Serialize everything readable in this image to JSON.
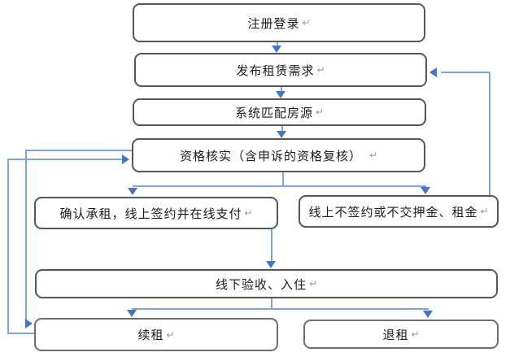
{
  "diagram": {
    "return_mark": "↵",
    "boxes": [
      {
        "id": "register",
        "label": "注册登录"
      },
      {
        "id": "publish",
        "label": "发布租赁需求"
      },
      {
        "id": "match",
        "label": "系统匹配房源"
      },
      {
        "id": "verify",
        "label": "资格核实（含申诉的资格复核）"
      },
      {
        "id": "confirm",
        "label": "确认承租，线上签约并在线支付"
      },
      {
        "id": "no_sign",
        "label": "线上不签约或不交押金、租金"
      },
      {
        "id": "checkin",
        "label": "线下验收、入住"
      },
      {
        "id": "renew",
        "label": "续租"
      },
      {
        "id": "terminate",
        "label": "退租"
      }
    ],
    "edges": [
      {
        "from": "register",
        "to": "publish"
      },
      {
        "from": "publish",
        "to": "match"
      },
      {
        "from": "match",
        "to": "verify"
      },
      {
        "from": "verify",
        "to": "confirm"
      },
      {
        "from": "verify",
        "to": "no_sign"
      },
      {
        "from": "confirm",
        "to": "checkin"
      },
      {
        "from": "checkin",
        "to": "renew"
      },
      {
        "from": "checkin",
        "to": "terminate"
      },
      {
        "from": "no_sign",
        "to": "publish"
      },
      {
        "from": "renew",
        "to": "verify"
      },
      {
        "from": "verify",
        "to": "renew"
      }
    ],
    "colors": {
      "border": "#565656",
      "line": "#7da7dc",
      "arrow": "#4576c4",
      "text": "#1b1b1b",
      "mark": "#9a9a9a"
    }
  }
}
